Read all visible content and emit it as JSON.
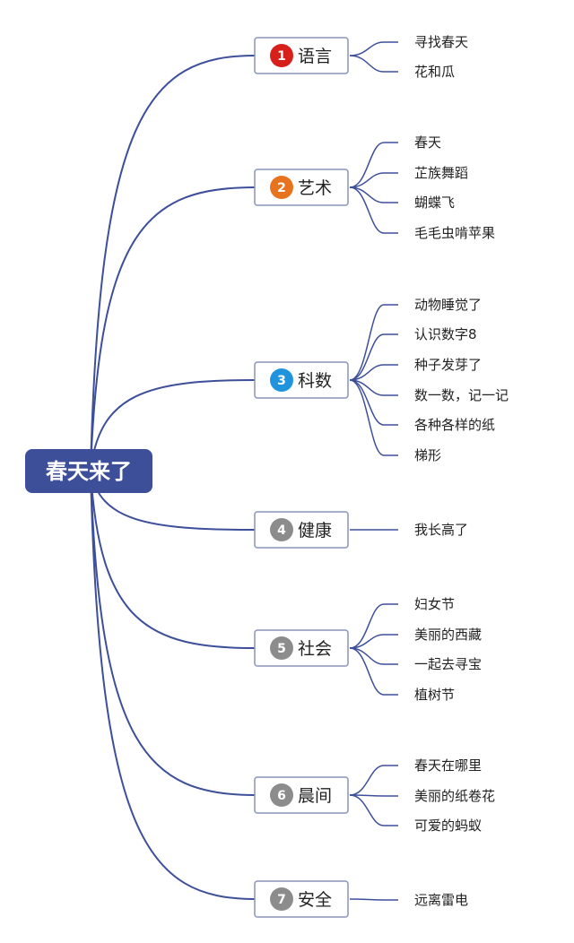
{
  "root": {
    "label": "春天来了",
    "color": "#3e4f9a"
  },
  "line_color": "#3e4f9a",
  "branches": [
    {
      "number": "1",
      "label": "语言",
      "badge_color": "#d8201a",
      "leaves": [
        "寻找春天",
        "花和瓜"
      ]
    },
    {
      "number": "2",
      "label": "艺术",
      "badge_color": "#e8731e",
      "leaves": [
        "春天",
        "芷族舞蹈",
        "蝴蝶飞",
        "毛毛虫啃苹果"
      ]
    },
    {
      "number": "3",
      "label": "科数",
      "badge_color": "#1f94dd",
      "leaves": [
        "动物睡觉了",
        "认识数字8",
        "种子发芽了",
        "数一数，记一记",
        "各种各样的纸",
        "梯形"
      ]
    },
    {
      "number": "4",
      "label": "健康",
      "badge_color": "#8c8c8c",
      "leaves": [
        "我长高了"
      ]
    },
    {
      "number": "5",
      "label": "社会",
      "badge_color": "#8c8c8c",
      "leaves": [
        "妇女节",
        "美丽的西藏",
        "一起去寻宝",
        "植树节"
      ]
    },
    {
      "number": "6",
      "label": "晨间",
      "badge_color": "#8c8c8c",
      "leaves": [
        "春天在哪里",
        "美丽的纸卷花",
        "可爱的蚂蚁"
      ]
    },
    {
      "number": "7",
      "label": "安全",
      "badge_color": "#8c8c8c",
      "leaves": [
        "远离雷电"
      ]
    }
  ]
}
